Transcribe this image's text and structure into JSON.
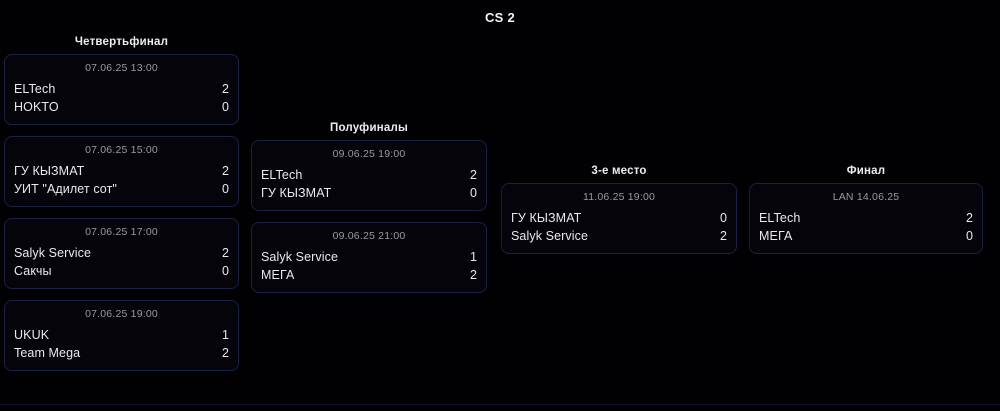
{
  "page": {
    "title": "CS 2",
    "background_color": "#010104",
    "card_border_color": "#1a2142",
    "text_color": "#e9e9ee",
    "date_color": "#9a9aa2"
  },
  "rounds": [
    {
      "name": "quarterfinals",
      "header": "Четвертьфинал",
      "matches": [
        {
          "date": "07.06.25 13:00",
          "team1": "ELTech",
          "score1": "2",
          "team2": "HOKTO",
          "score2": "0"
        },
        {
          "date": "07.06.25 15:00",
          "team1": "ГУ КЫЗМАТ",
          "score1": "2",
          "team2": "УИТ \"Адилет сот\"",
          "score2": "0"
        },
        {
          "date": "07.06.25 17:00",
          "team1": "Salyk Service",
          "score1": "2",
          "team2": "Сакчы",
          "score2": "0"
        },
        {
          "date": "07.06.25 19:00",
          "team1": "UKUK",
          "score1": "1",
          "team2": "Team Mega",
          "score2": "2"
        }
      ]
    },
    {
      "name": "semifinals",
      "header": "Полуфиналы",
      "matches": [
        {
          "date": "09.06.25 19:00",
          "team1": "ELTech",
          "score1": "2",
          "team2": "ГУ КЫЗМАТ",
          "score2": "0"
        },
        {
          "date": "09.06.25 21:00",
          "team1": "Salyk Service",
          "score1": "1",
          "team2": "МЕГА",
          "score2": "2"
        }
      ]
    },
    {
      "name": "third-place",
      "header": "3-е место",
      "matches": [
        {
          "date": "11.06.25 19:00",
          "team1": "ГУ КЫЗМАТ",
          "score1": "0",
          "team2": "Salyk Service",
          "score2": "2"
        }
      ]
    },
    {
      "name": "final",
      "header": "Финал",
      "matches": [
        {
          "date": "LAN 14.06.25",
          "team1": "ELTech",
          "score1": "2",
          "team2": "МЕГА",
          "score2": "0"
        }
      ]
    }
  ]
}
